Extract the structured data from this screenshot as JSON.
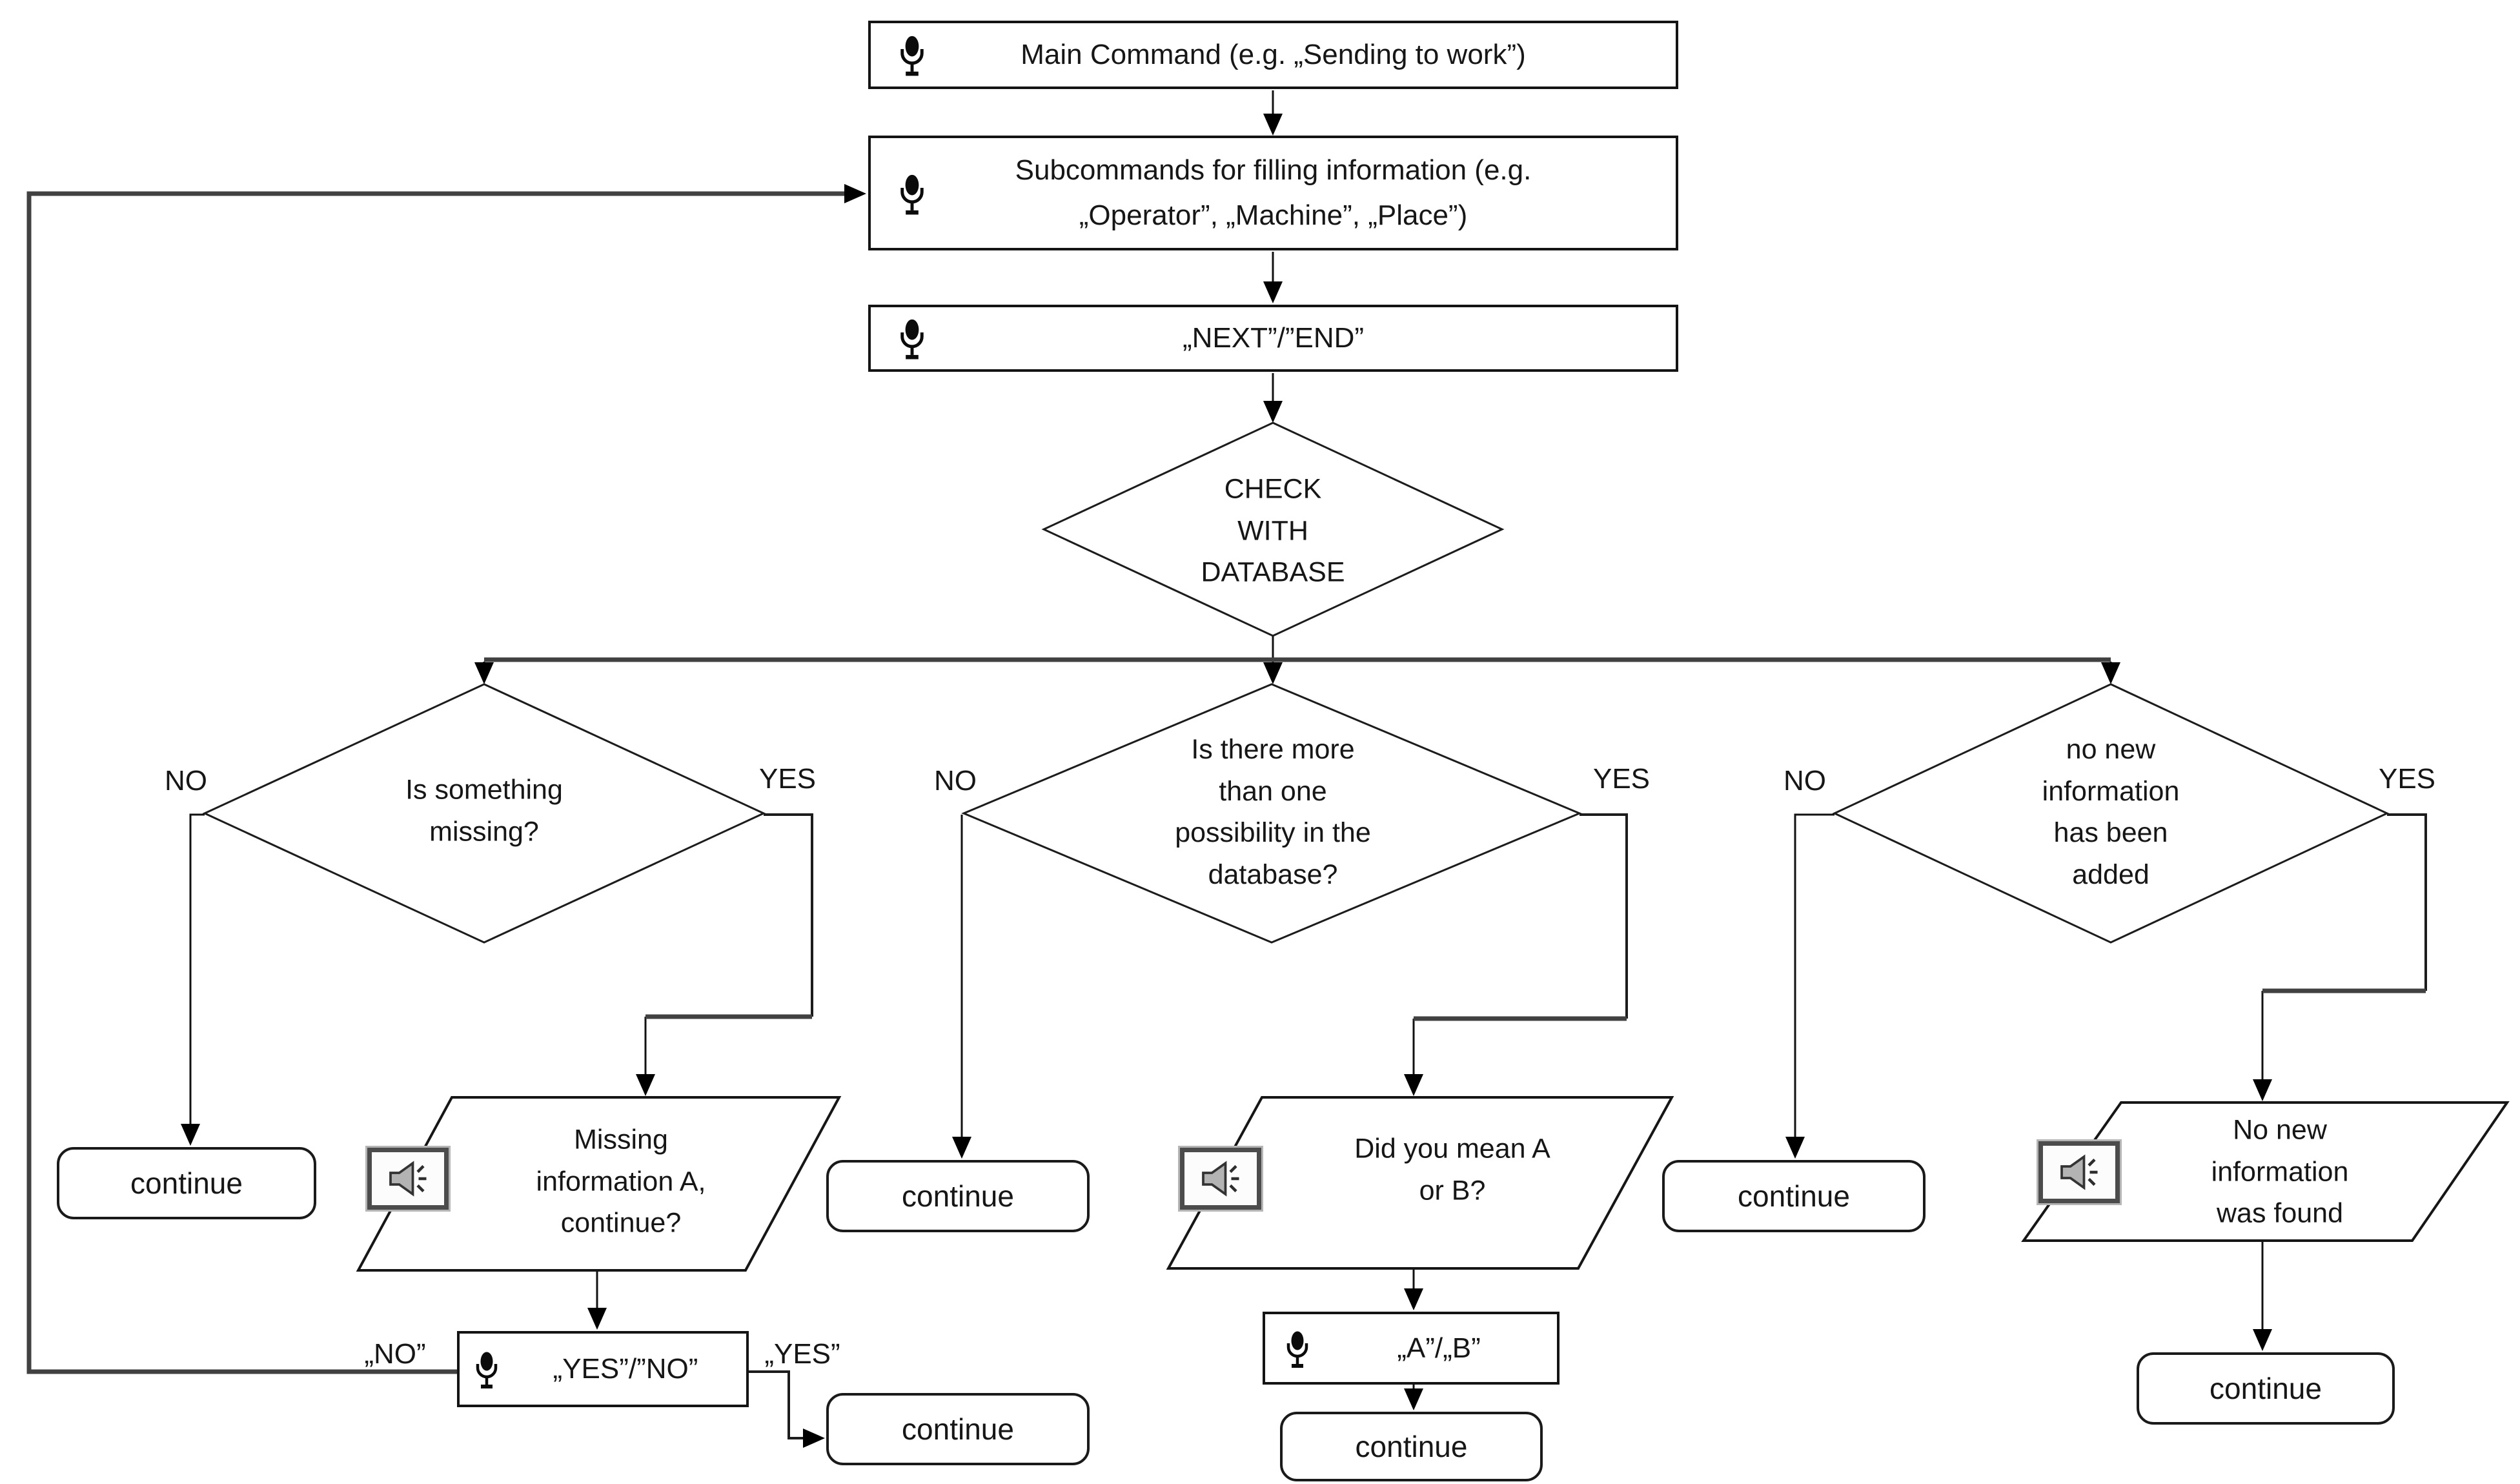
{
  "colors": {
    "line": "#111111",
    "thick_line": "#414141",
    "node_border": "#141414",
    "icon_border": "#4c4c4c",
    "background": "#ffffff"
  },
  "labels": {
    "yes": "YES",
    "no": "NO",
    "yes_quoted": "„YES”",
    "no_quoted": "„NO”",
    "continue": "continue"
  },
  "steps": {
    "main_command": "Main Command (e.g. „Sending to work”)",
    "subcommands": "Subcommands for filling information (e.g.\n„Operator”, „Machine”, „Place”)",
    "next_end": "„NEXT”/”END”",
    "yes_no": "„YES”/”NO”",
    "a_b": "„A”/„B”"
  },
  "decisions": {
    "check_database": "CHECK\nWITH\nDATABASE",
    "something_missing": "Is something\nmissing?",
    "more_than_one": "Is there more\nthan one\npossibility in the\ndatabase?",
    "no_new_added": "no new\ninformation\nhas been\nadded"
  },
  "outputs": {
    "missing_information": "Missing\ninformation A,\ncontinue?",
    "did_you_mean": "Did you mean A\nor B?",
    "no_new_found": "No new\ninformation\nwas found"
  },
  "icons": {
    "microphone": "mic-icon",
    "speaker": "speaker-icon"
  }
}
